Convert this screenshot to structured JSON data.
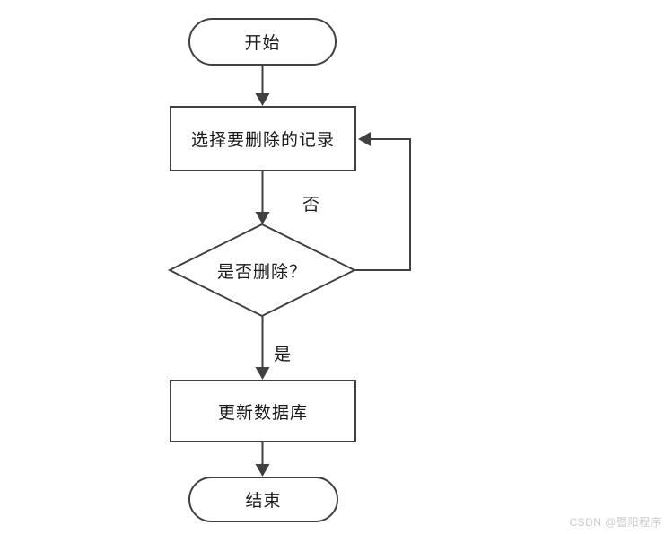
{
  "flowchart": {
    "nodes": {
      "start": {
        "label": "开始",
        "type": "terminator"
      },
      "select": {
        "label": "选择要删除的记录",
        "type": "process"
      },
      "decision": {
        "label": "是否删除？",
        "type": "decision"
      },
      "update": {
        "label": "更新数据库",
        "type": "process"
      },
      "end": {
        "label": "结束",
        "type": "terminator"
      }
    },
    "edges": [
      {
        "from": "start",
        "to": "select",
        "label": ""
      },
      {
        "from": "select",
        "to": "decision",
        "label": ""
      },
      {
        "from": "decision",
        "to": "select",
        "label": "否"
      },
      {
        "from": "decision",
        "to": "update",
        "label": "是"
      },
      {
        "from": "update",
        "to": "end",
        "label": ""
      }
    ],
    "edge_labels": {
      "no": "否",
      "yes": "是"
    },
    "colors": {
      "stroke": "#404040",
      "text": "#1a1a1a",
      "background": "#ffffff",
      "watermark": "#cccccc"
    }
  },
  "watermark": {
    "text": "CSDN @暨阳程序"
  }
}
